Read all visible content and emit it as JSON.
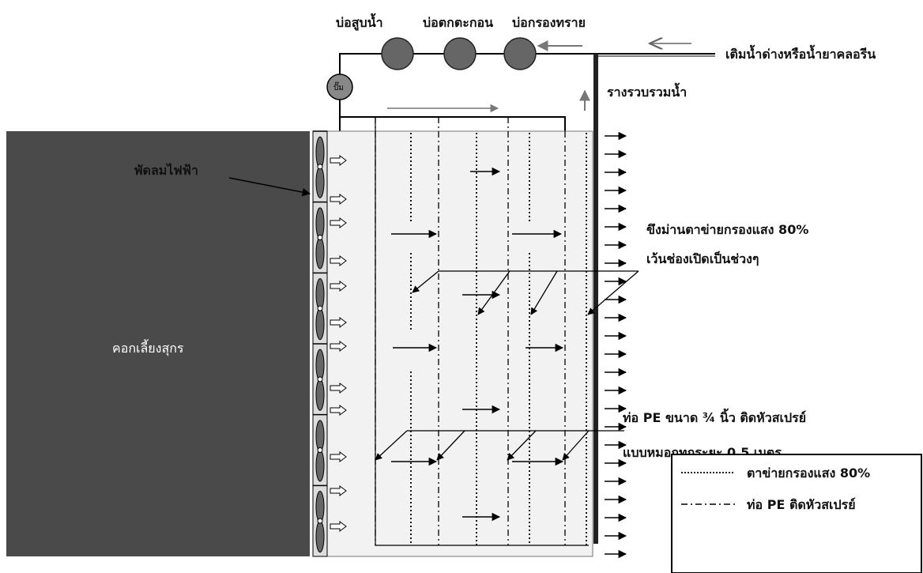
{
  "tanks": {
    "pump_pond": "บ่อสูบน้ำ",
    "sediment_pond": "บ่อตกตะกอน",
    "sand_filter_pond": "บ่อกรองทราย"
  },
  "pump_label": "ปั๊ม",
  "inlet_label": "เติมน้ำด่างหรือน้ำยาคลอรีน",
  "gutter_label": "รางรวบรวมน้ำ",
  "fan_label": "พัดลมไฟฟ้า",
  "barn_label": "คอกเลี้ยงสุกร",
  "net_callout": {
    "line1": "ขึงม่านตาข่ายกรองแสง 80%",
    "line2": "เว้นช่องเปิดเป็นช่วงๆ"
  },
  "pipe_callout": {
    "line1": "ท่อ PE ขนาด ¾ นิ้ว ติดหัวสเปรย์",
    "line2": "แบบหมอกทุกระยะ 0.5 เมตร"
  },
  "legend": {
    "net": "ตาข่ายกรองแสง 80%",
    "pipe": "ท่อ PE ติดหัวสเปรย์"
  },
  "colors": {
    "barn": "#4a4a4a",
    "tank": "#606060",
    "chamber": "#f2f2f2",
    "line": "#000000"
  }
}
